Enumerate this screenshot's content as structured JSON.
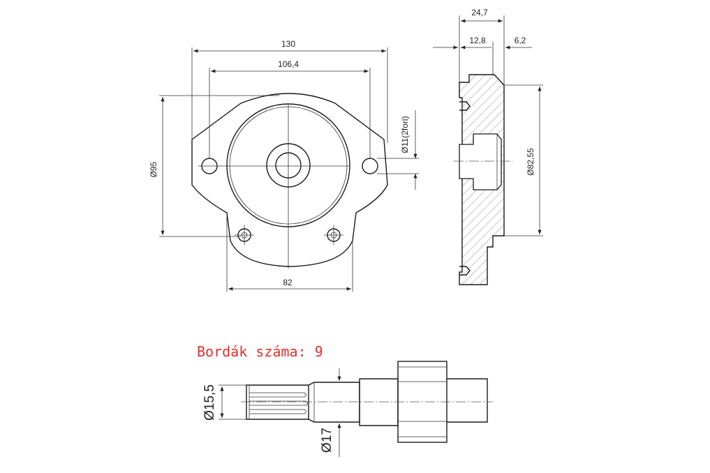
{
  "front_view": {
    "dim_width": "130",
    "dim_bolt_spacing": "106,4",
    "dim_diameter": "Ø95",
    "dim_hole": "Ø11(2fori)",
    "dim_bottom": "82"
  },
  "side_view": {
    "dim_total": "24,7",
    "dim_body": "12,8",
    "dim_step": "6,2",
    "dim_pilot": "Ø82,55"
  },
  "shaft_view": {
    "note": "Bordák száma: 9",
    "dim_spline": "Ø15,5",
    "dim_shaft": "Ø17"
  }
}
